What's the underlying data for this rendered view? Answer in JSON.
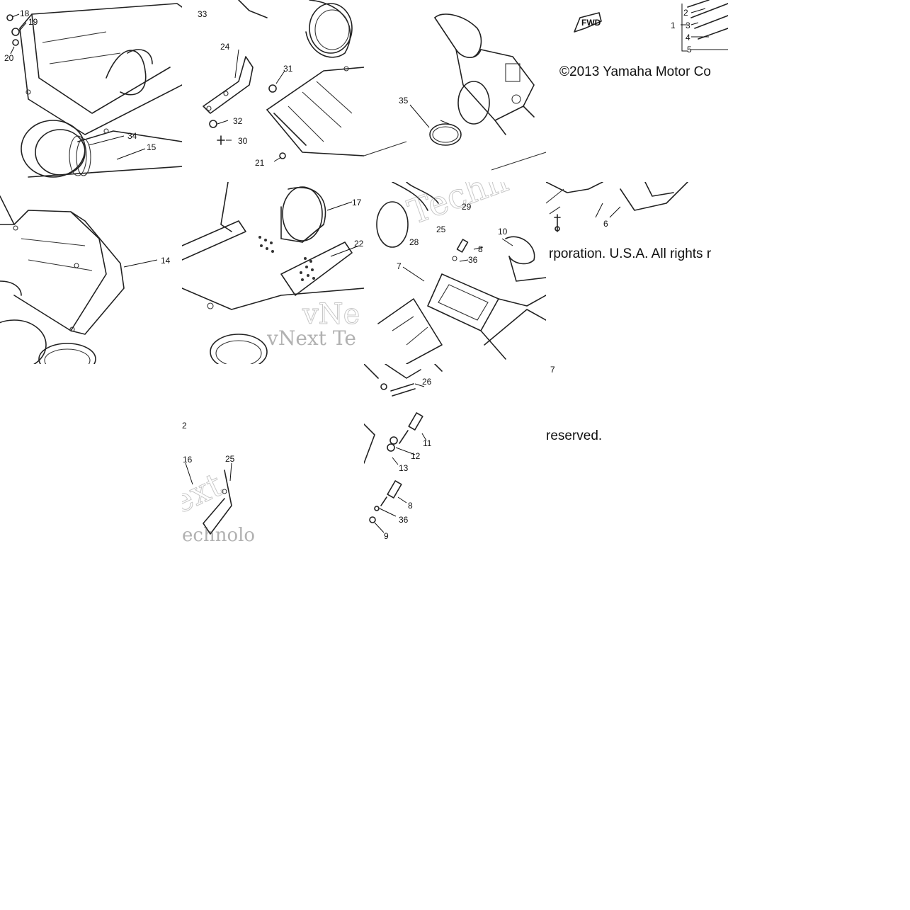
{
  "diagram": {
    "copyright_part1": "©2013 Yamaha Motor Co",
    "copyright_part2": "rporation. U.S.A. All rights r",
    "copyright_part3": "reserved.",
    "watermark_texts": [
      "Techn",
      "vNext Te",
      "ext",
      "echnolo",
      "vNe"
    ],
    "fwd_label": "FWD",
    "callouts": [
      "18",
      "19",
      "20",
      "33",
      "24",
      "31",
      "32",
      "30",
      "21",
      "34",
      "15",
      "35",
      "10",
      "1",
      "2",
      "3",
      "4",
      "5",
      "14",
      "17",
      "22",
      "29",
      "25",
      "28",
      "8",
      "36",
      "7",
      "6",
      "26",
      "11",
      "12",
      "13",
      "8",
      "36",
      "9",
      "16",
      "25",
      "2",
      "7"
    ]
  }
}
